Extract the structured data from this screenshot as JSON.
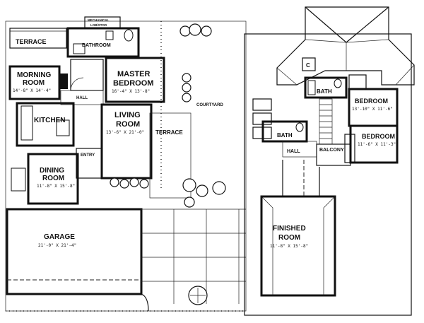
{
  "first_floor": {
    "terrace_top": "TERRACE",
    "mechanical_room": [
      "MECHANICAL",
      "LOB/STOR"
    ],
    "bathroom": "BATHROOM",
    "morning_room": {
      "name": [
        "MORNING",
        "ROOM"
      ],
      "dims": "14'-8\" X 14'-4\""
    },
    "master_bedroom": {
      "name": [
        "MASTER",
        "BEDROOM"
      ],
      "dims": "16'-4\" X 13'-8\""
    },
    "hall": "HALL",
    "kitchen": "KITCHEN",
    "living_room": {
      "name": [
        "LIVING",
        "ROOM"
      ],
      "dims": "13'-6\" X 21'-0\""
    },
    "courtyard": "COURTYARD",
    "terrace_side": "TERRACE",
    "entry": "ENTRY",
    "dining_room": {
      "name": [
        "DINING",
        "ROOM"
      ],
      "dims": "11'-8\" X 15'-8\""
    },
    "garage": {
      "name": "GARAGE",
      "dims": "21'-0\" X 21'-4\""
    }
  },
  "second_floor": {
    "closet_mark": "C",
    "bath_upper": "BATH",
    "bedroom_1": {
      "name": "BEDROOM",
      "dims": "13'-10\" X 11'-6\""
    },
    "bath_lower": "BATH",
    "bedroom_2": {
      "name": "BEDROOM",
      "dims": "11'-6\" X 11'-3\""
    },
    "hall": "HALL",
    "balcony": "BALCONY",
    "finished_room": {
      "name": [
        "FINISHED",
        "ROOM"
      ],
      "dims": "11'-8\" X 15'-8\""
    }
  }
}
